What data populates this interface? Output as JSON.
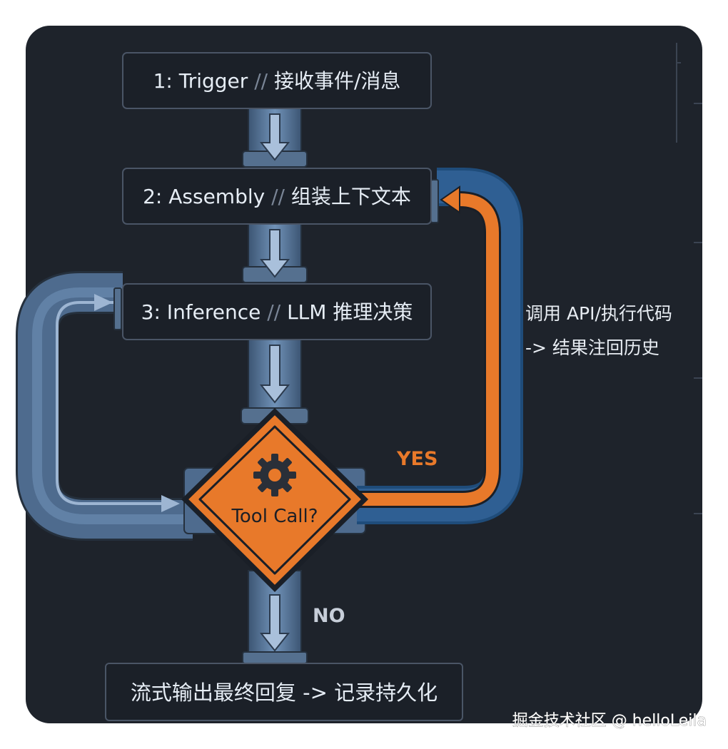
{
  "steps": [
    {
      "num": "1: Trigger",
      "sep": " // ",
      "desc": "接收事件/消息"
    },
    {
      "num": "2: Assembly",
      "sep": " // ",
      "desc": "组装上下文本"
    },
    {
      "num": "3: Inference",
      "sep": " // ",
      "desc": "LLM 推理决策"
    }
  ],
  "decision": {
    "label": "Tool Call?",
    "icon": "gear-icon"
  },
  "branches": {
    "yes": "YES",
    "no": "NO"
  },
  "side_note": {
    "line1": "调用 API/执行代码",
    "line2": "-> 结果注回历史"
  },
  "end": {
    "label": "流式输出最终回复 -> 记录持久化"
  },
  "watermark": "掘金技术社区 @ helloLeila",
  "colors": {
    "background": "#1e232b",
    "box_border": "#4a5566",
    "pipe_blue": "#5d7fa5",
    "pipe_orange": "#e8792a",
    "pipe_dark_blue": "#2f5f93",
    "diamond": "#e8792a"
  }
}
